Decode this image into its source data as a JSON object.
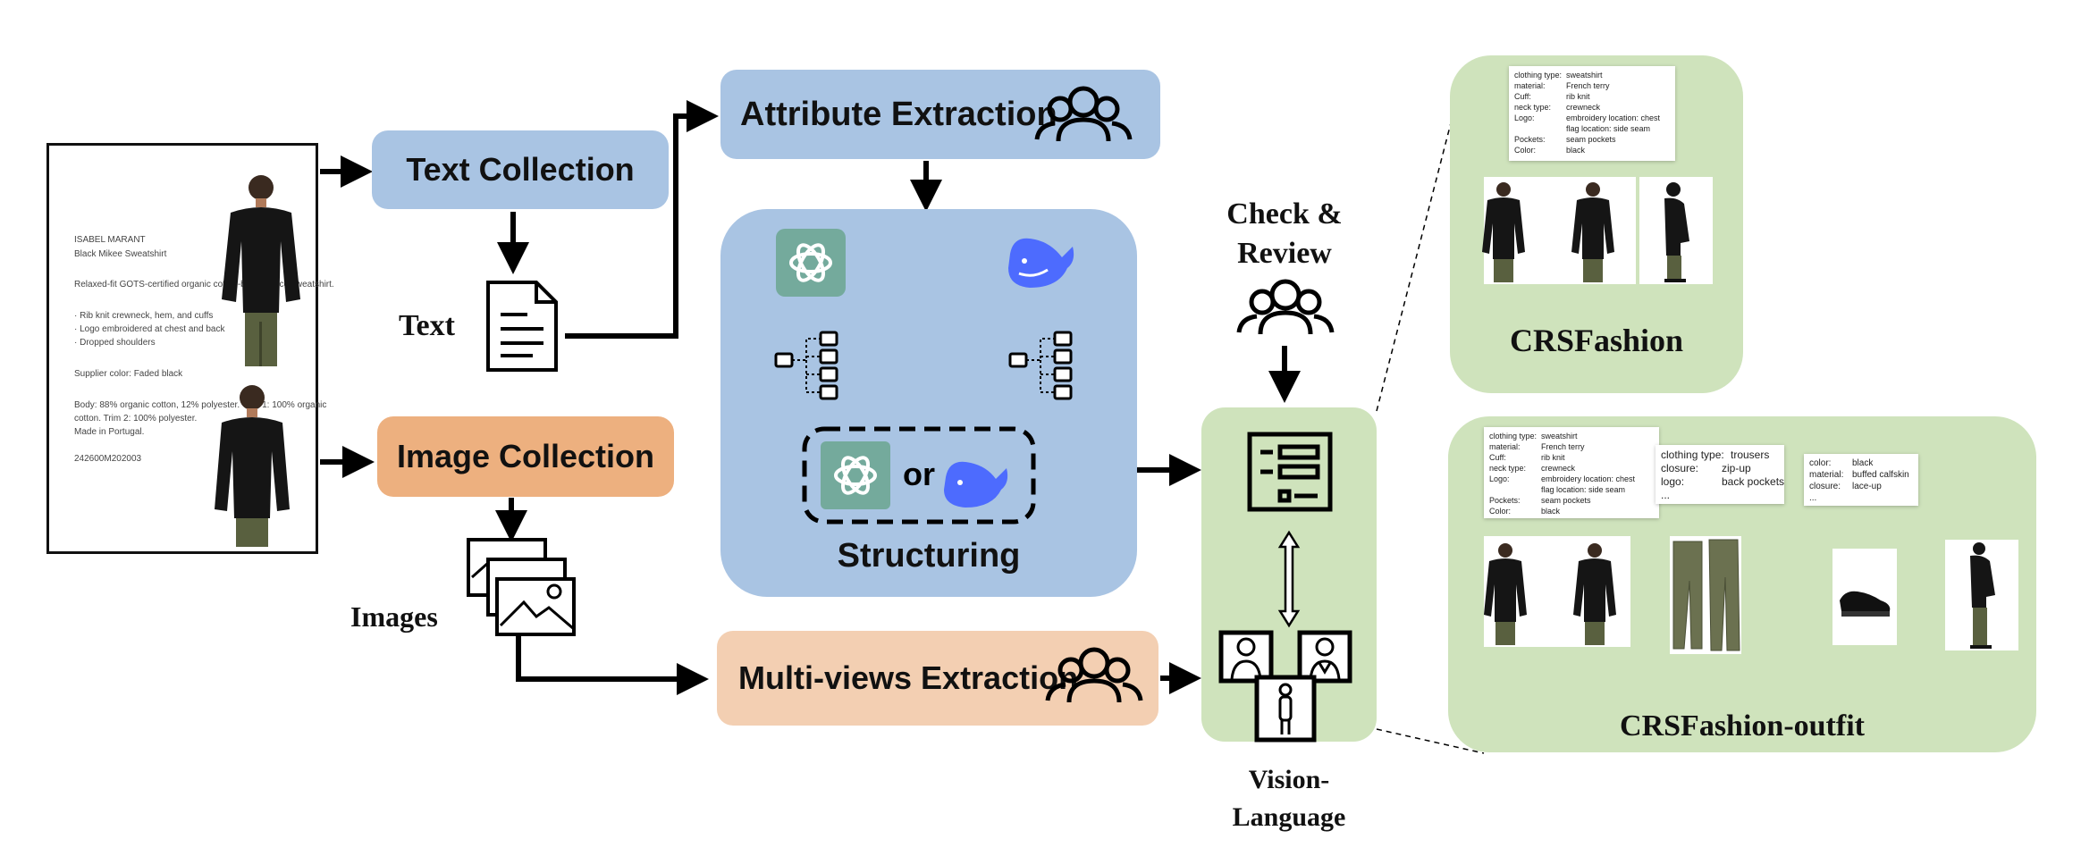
{
  "boxes": {
    "text_collection": "Text Collection",
    "image_collection": "Image Collection",
    "attribute_extraction": "Attribute Extraction",
    "structuring": "Structuring",
    "multi_views_extraction": "Multi-views Extraction",
    "or_label": "or"
  },
  "labels": {
    "text": "Text",
    "images": "Images",
    "check_review": "Check &\nReview",
    "vision_language": "Vision-\nLanguage",
    "crsfashion": "CRSFashion",
    "crsfashion_outfit": "CRSFashion-outfit"
  },
  "product_page": [
    "ISABEL MARANT",
    "Black Mikee Sweatshirt",
    "Relaxed-fit GOTS-certified organic cotton-blend fleece sweatshirt.",
    "· Rib knit crewneck, hem, and cuffs",
    "· Logo embroidered at chest and back",
    "· Dropped shoulders",
    "Supplier color: Faded black",
    "Body: 88% organic cotton, 12% polyester. Trim 1: 100% organic",
    "cotton. Trim 2: 100% polyester.",
    "Made in Portugal.",
    "242600M202003"
  ],
  "card_sweatshirt": [
    {
      "k": "clothing type:",
      "v": "sweatshirt"
    },
    {
      "k": "material:",
      "v": "French terry"
    },
    {
      "k": "Cuff:",
      "v": "rib knit"
    },
    {
      "k": "neck type:",
      "v": "crewneck"
    },
    {
      "k": "Logo:",
      "v": "embroidery location: chest"
    },
    {
      "k": "",
      "v": "flag location:      side seam"
    },
    {
      "k": "Pockets:",
      "v": "seam pockets"
    },
    {
      "k": "Color:",
      "v": "black"
    }
  ],
  "card_trousers": [
    {
      "k": "clothing type:",
      "v": "trousers"
    },
    {
      "k": "closure:",
      "v": "zip-up"
    },
    {
      "k": "logo:",
      "v": "back pockets"
    },
    {
      "k": "...",
      "v": ""
    }
  ],
  "card_shoes": [
    {
      "k": "color:",
      "v": "black"
    },
    {
      "k": "material:",
      "v": "buffed calfskin"
    },
    {
      "k": "closure:",
      "v": "lace-up"
    },
    {
      "k": "...",
      "v": ""
    }
  ],
  "colors": {
    "blue": "#a9c4e3",
    "orange": "#edb07f",
    "peach": "#f3cfb2",
    "green": "#cfe3bc",
    "openai_green": "#74aa9c",
    "deepseek_blue": "#4d6bfe"
  }
}
